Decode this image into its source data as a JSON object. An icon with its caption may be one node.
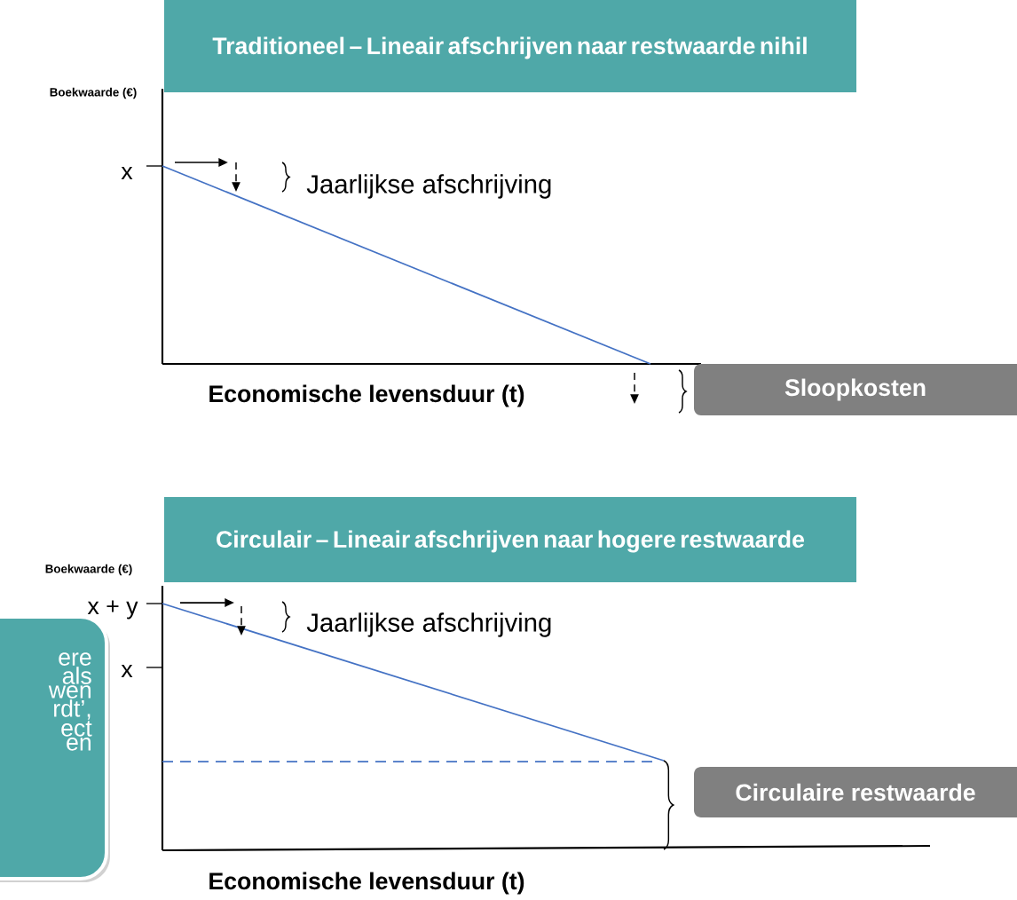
{
  "diagram": {
    "nodes": [
      {
        "text": [
          "Traditioneel – Lineair afschrijven naar restwaarde nihil"
        ]
      },
      {
        "text": [
          "Sloopkosten"
        ]
      },
      {
        "text": [
          "Circulair – Lineair afschrijven naar hogere restwaarde"
        ]
      },
      {
        "text": [
          "Circulaire restwaarde"
        ]
      },
      {
        "text": [
          "ere als wen rdt’, ect en"
        ]
      }
    ],
    "edges": [],
    "labels": [
      "Boekwaarde (€)",
      "x",
      "Jaarlijkse afschrijving",
      "Economische levensduur (t)",
      "Boekwaarde (€)",
      "x + y",
      "x",
      "Jaarlijkse afschrijving",
      "Economische levensduur (t)"
    ]
  }
}
